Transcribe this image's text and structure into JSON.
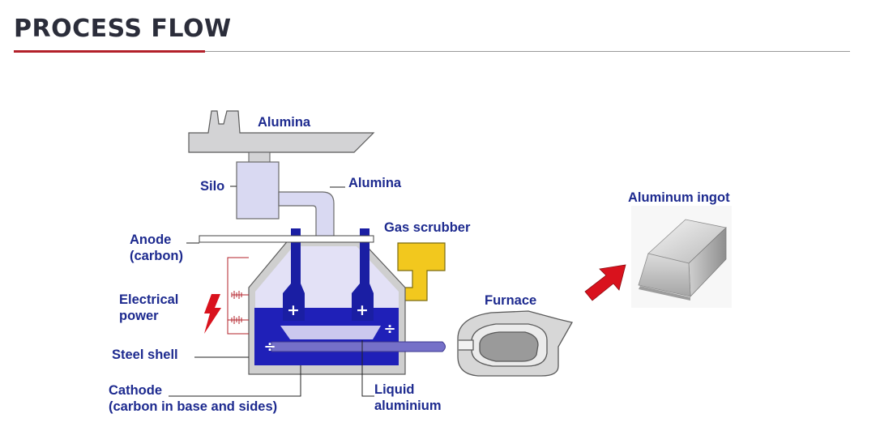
{
  "header": {
    "title": "PROCESS FLOW"
  },
  "colors": {
    "accent_red": "#b3202a",
    "label_blue": "#1d2a8f",
    "electrode_blue": "#1a1ea3",
    "bath_blue": "#1f20b8",
    "gas_scrubber_yellow": "#f2c81e",
    "arrow_red": "#d9121d"
  },
  "diagram": {
    "labels": {
      "alumina_top": "Alumina",
      "silo": "Silo",
      "alumina_pipe": "Alumina",
      "gas_scrubber": "Gas scrubber",
      "anode_1": "Anode",
      "anode_2": "(carbon)",
      "electrical_1": "Electrical",
      "electrical_2": "power",
      "steel_shell": "Steel shell",
      "cathode_1": "Cathode",
      "cathode_2": "(carbon in base and sides)",
      "liquid_1": "Liquid",
      "liquid_2": "aluminium",
      "furnace": "Furnace",
      "ingot": "Aluminum ingot"
    },
    "signs": {
      "anode_left": "+",
      "anode_right": "+",
      "cathode_left": "÷",
      "cathode_right": "÷"
    },
    "icons": [
      "lightning-icon",
      "red-arrow-icon",
      "ingot-image"
    ]
  }
}
